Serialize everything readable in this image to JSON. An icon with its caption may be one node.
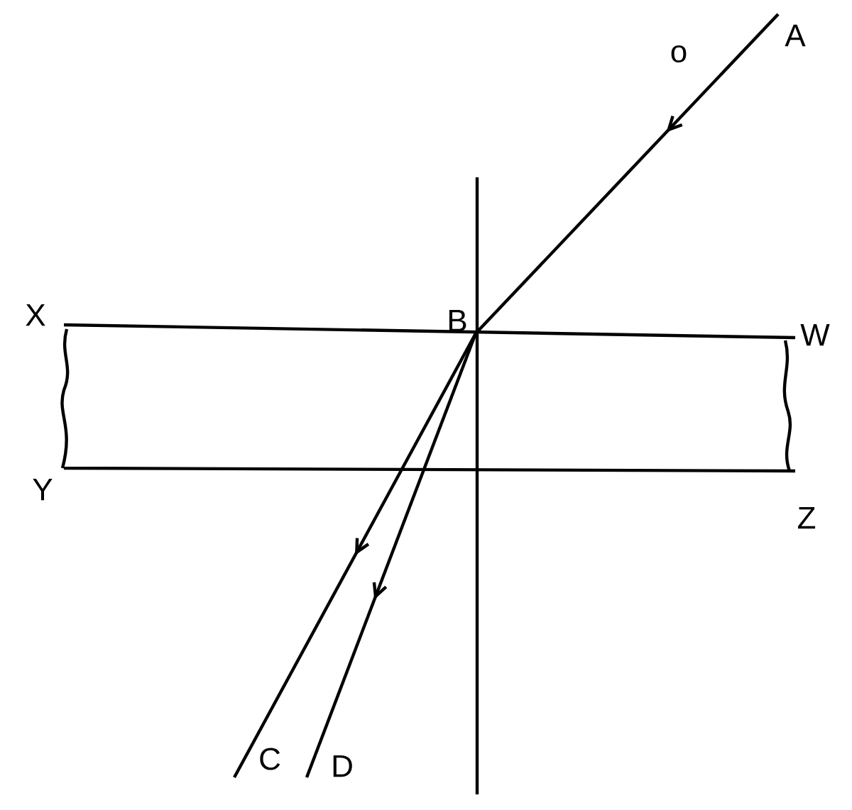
{
  "diagram": {
    "nodes": [
      {
        "text": [
          "A"
        ]
      },
      {
        "text": [
          "B"
        ]
      },
      {
        "text": [
          "C"
        ]
      },
      {
        "text": [
          "D"
        ]
      }
    ],
    "edges": [
      {
        "from": 0,
        "to": 1,
        "arrow": "to"
      },
      {
        "from": 1,
        "to": 2,
        "arrow": "to"
      },
      {
        "from": 1,
        "to": 3,
        "arrow": "to"
      }
    ],
    "labels": [
      "o",
      "X",
      "W",
      "Y",
      "Z"
    ]
  }
}
